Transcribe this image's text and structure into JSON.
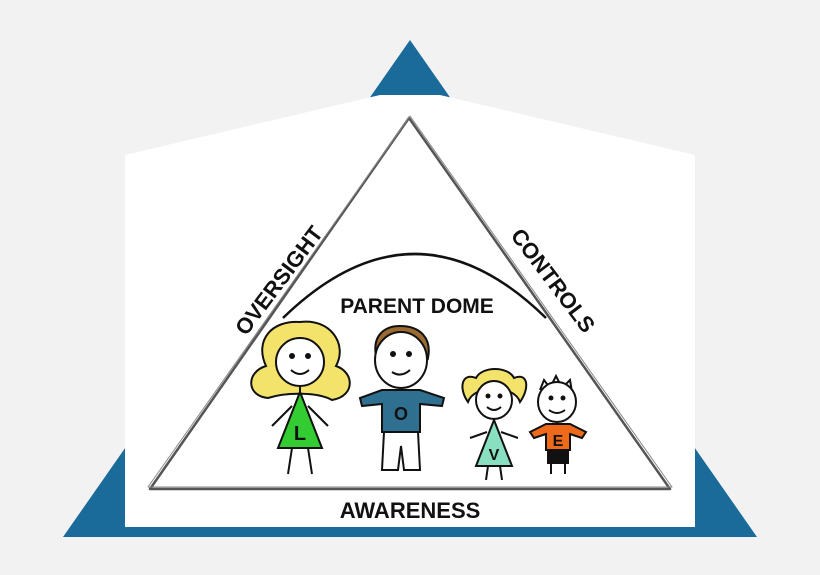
{
  "labels": {
    "oversight": "OVERSIGHT",
    "controls": "CONTROLS",
    "parent_dome": "PARENT DOME",
    "awareness": "AWARENESS"
  },
  "figures": [
    {
      "role": "mother",
      "letter": "L",
      "shirt_color": "#33cc33",
      "hair_color": "#f4e36a"
    },
    {
      "role": "father",
      "letter": "O",
      "shirt_color": "#2f6f8f",
      "hair_color": "#9a6a30"
    },
    {
      "role": "daughter",
      "letter": "V",
      "shirt_color": "#88e0c0",
      "hair_color": "#f4e36a"
    },
    {
      "role": "son",
      "letter": "E",
      "shirt_color": "#ee6a1a",
      "hair_color": "#ffffff"
    }
  ],
  "colors": {
    "outer_triangle": "#1a6a9a",
    "inner_background": "#ffffff",
    "inner_outline": "#555555",
    "page_background": "#f2f2f2"
  }
}
